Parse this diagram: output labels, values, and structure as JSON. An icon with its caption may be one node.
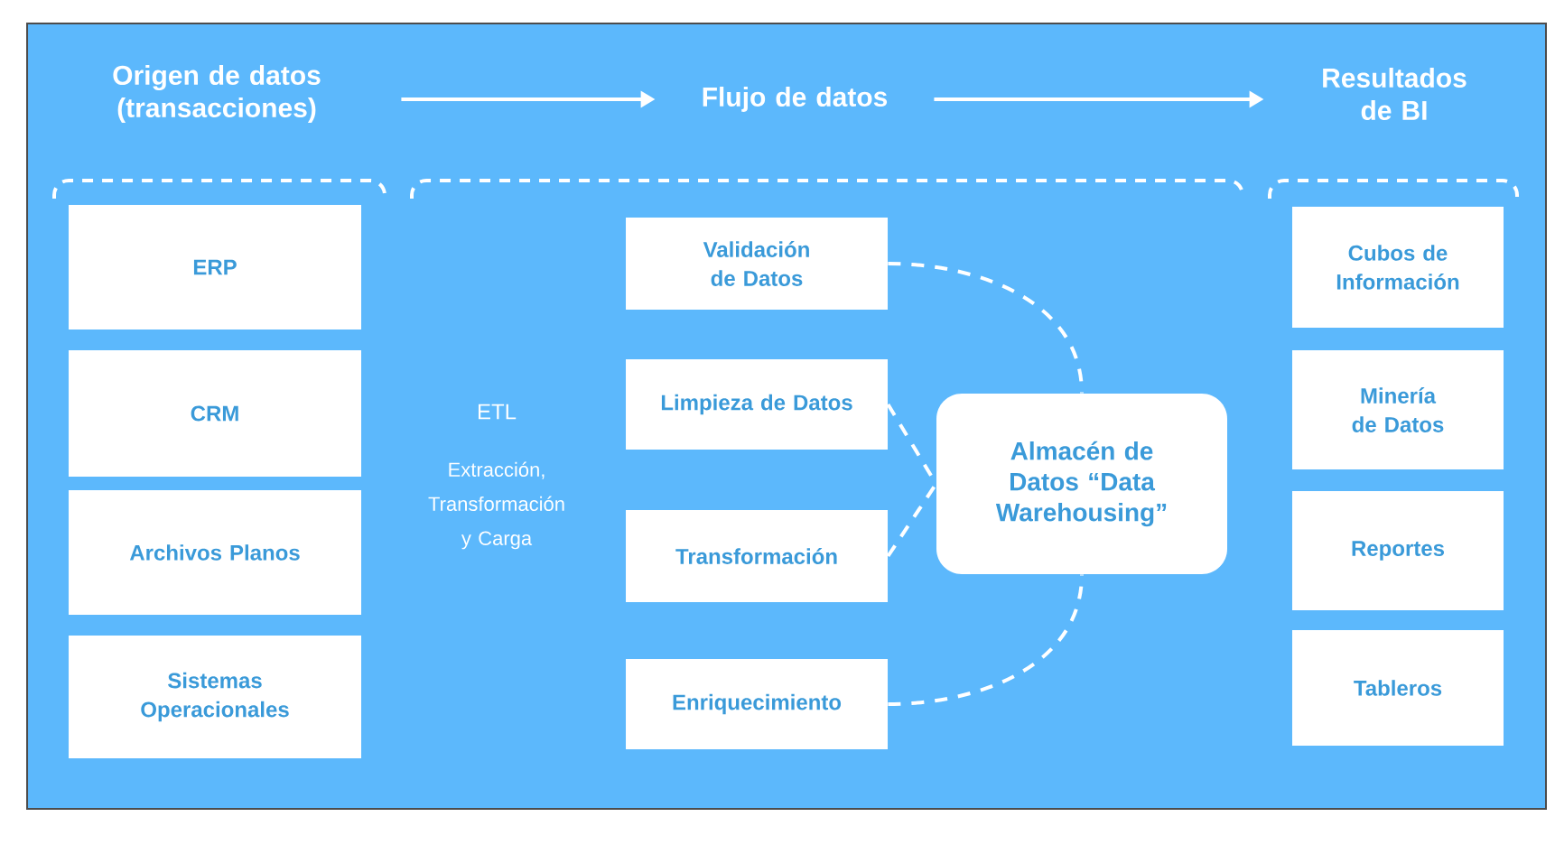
{
  "diagram": {
    "nodes": [
      {
        "text": [
          "Origen de datos (transacciones)"
        ]
      },
      {
        "text": [
          "Flujo de datos"
        ]
      },
      {
        "text": [
          "Resultados de BI"
        ]
      },
      {
        "text": [
          "ERP"
        ]
      },
      {
        "text": [
          "CRM"
        ]
      },
      {
        "text": [
          "Archivos Planos"
        ]
      },
      {
        "text": [
          "Sistemas Operacionales"
        ]
      },
      {
        "text": [
          "Validación de Datos"
        ]
      },
      {
        "text": [
          "Limpieza de Datos"
        ]
      },
      {
        "text": [
          "Transformación"
        ]
      },
      {
        "text": [
          "Enriquecimiento"
        ]
      },
      {
        "text": [
          "Almacén de Datos “Data Warehousing”"
        ]
      },
      {
        "text": [
          "Cubos de Información"
        ]
      },
      {
        "text": [
          "Minería de Datos"
        ]
      },
      {
        "text": [
          "Reportes"
        ]
      },
      {
        "text": [
          "Tableros"
        ]
      }
    ],
    "edges": [
      {
        "from": 0,
        "to": 1,
        "arrow": "to"
      },
      {
        "from": 1,
        "to": 2,
        "arrow": "to"
      },
      {
        "from": 7,
        "to": 11,
        "arrow": "none",
        "style": "dashed"
      },
      {
        "from": 8,
        "to": 11,
        "arrow": "none",
        "style": "dashed"
      },
      {
        "from": 9,
        "to": 11,
        "arrow": "none",
        "style": "dashed"
      },
      {
        "from": 10,
        "to": 11,
        "arrow": "none",
        "style": "dashed"
      }
    ],
    "labels": [
      "ETL",
      "Extracción, Transformación y Carga"
    ]
  }
}
